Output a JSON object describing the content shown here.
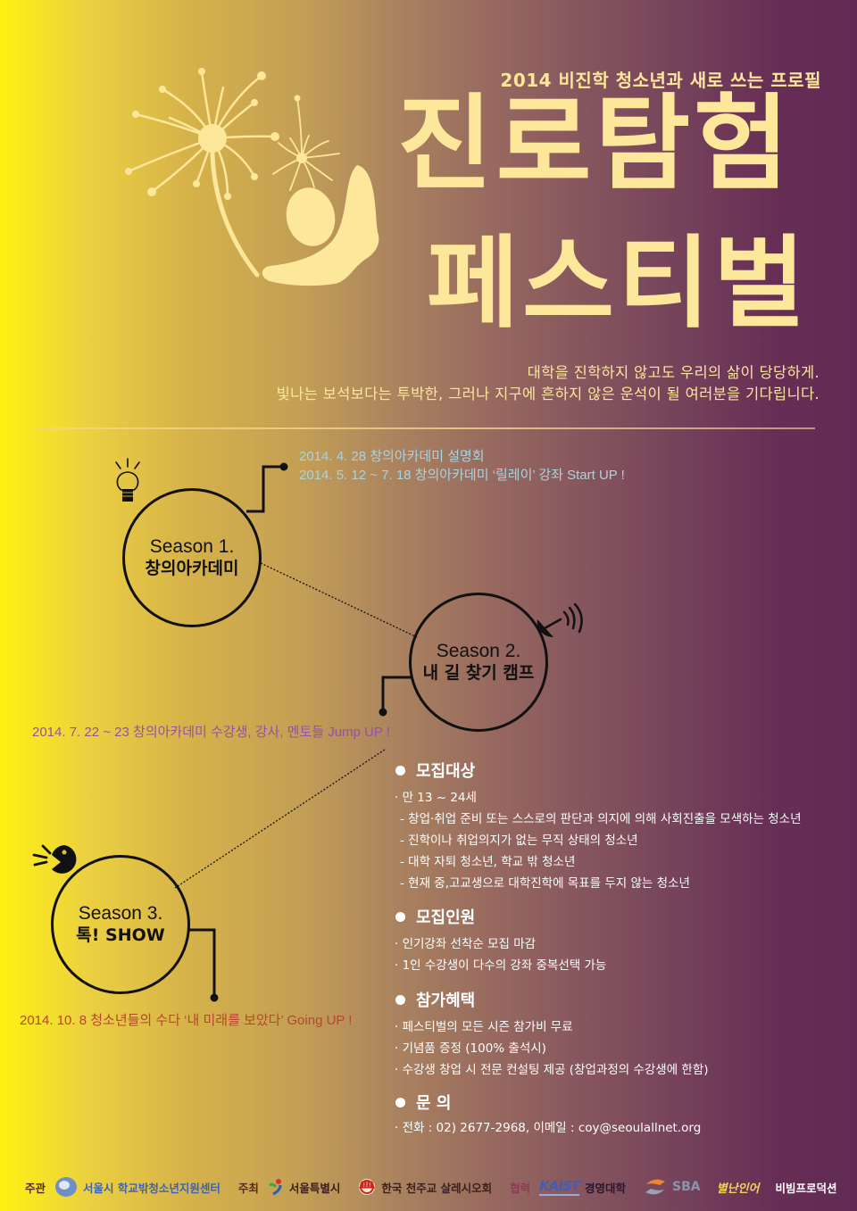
{
  "header": {
    "subtitle": "2014 비진학 청소년과 새로 쓰는 프로필",
    "title_line1": "진로탐험",
    "title_line2": "페스티벌",
    "tagline": [
      "대학을 진학하지 않고도 우리의 삶이 당당하게.",
      "빛나는 보석보다는 투박한, 그러나 지구에 흔하지 않은 운석이 될 여러분을 기다립니다."
    ]
  },
  "colors": {
    "gradient_left": "#fff212",
    "gradient_right": "#612a54",
    "title": "#fce79a",
    "event1": "#a9d3de",
    "event2": "#9a4fa5",
    "event3": "#b4472e"
  },
  "seasons": [
    {
      "title": "Season 1.",
      "subtitle": "창의아카데미",
      "icon": "lightbulb-icon",
      "events": [
        "2014. 4. 28 창의아카데미 설명회",
        "2014. 5. 12 ~ 7. 18 창의아카데미 ‘릴레이’ 강좌 Start UP !"
      ]
    },
    {
      "title": "Season 2.",
      "subtitle": "내 길 찾기 캠프",
      "icon": "satellite-dish-icon",
      "events": [
        "2014. 7. 22 ~ 23 창의아카데미 수강생, 강사, 멘토들 Jump UP !"
      ]
    },
    {
      "title": "Season 3.",
      "subtitle": "톡! SHOW",
      "icon": "shouting-face-icon",
      "events": [
        "2014. 10. 8 청소년들의 수다 ‘내 미래를 보았다’ Going UP !"
      ]
    }
  ],
  "details": {
    "recruit_target": {
      "heading": "모집대상",
      "age": "· 만 13 ~ 24세",
      "items": [
        "- 창업·취업 준비 또는 스스로의 판단과 의지에 의해 사회진출을 모색하는 청소년",
        "- 진학이나 취업의지가 없는 무직 상태의 청소년",
        "- 대학 자퇴 청소년, 학교 밖 청소년",
        "- 현재 중,고교생으로 대학진학에 목표를 두지 않는 청소년"
      ]
    },
    "recruit_count": {
      "heading": "모집인원",
      "items": [
        "· 인기강좌 선착순 모집 마감",
        "· 1인 수강생이 다수의 강좌 중복선택 가능"
      ]
    },
    "benefits": {
      "heading": "참가혜택",
      "items": [
        "· 페스티벌의 모든 시즌 참가비 무료",
        "· 기념품 증정 (100% 출석시)",
        "· 수강생 창업 시 전문 컨설팅 제공  (창업과정의 수강생에 한함)"
      ]
    },
    "contact": {
      "heading": "문 의",
      "items": [
        "· 전화 : 02) 2677-2968, 이메일 : coy@seoulallnet.org"
      ]
    }
  },
  "footer": {
    "organizer_label": "주관",
    "organizer": "서울시 학교밖청소년지원센터",
    "host_label": "주최",
    "hosts": [
      "서울특별시",
      "한국 천주교 살레시오회"
    ],
    "partner_label": "협력",
    "partners": [
      "KAIST",
      "경영대학",
      "SBA",
      "별난인어",
      "비빔프로덕션"
    ]
  }
}
